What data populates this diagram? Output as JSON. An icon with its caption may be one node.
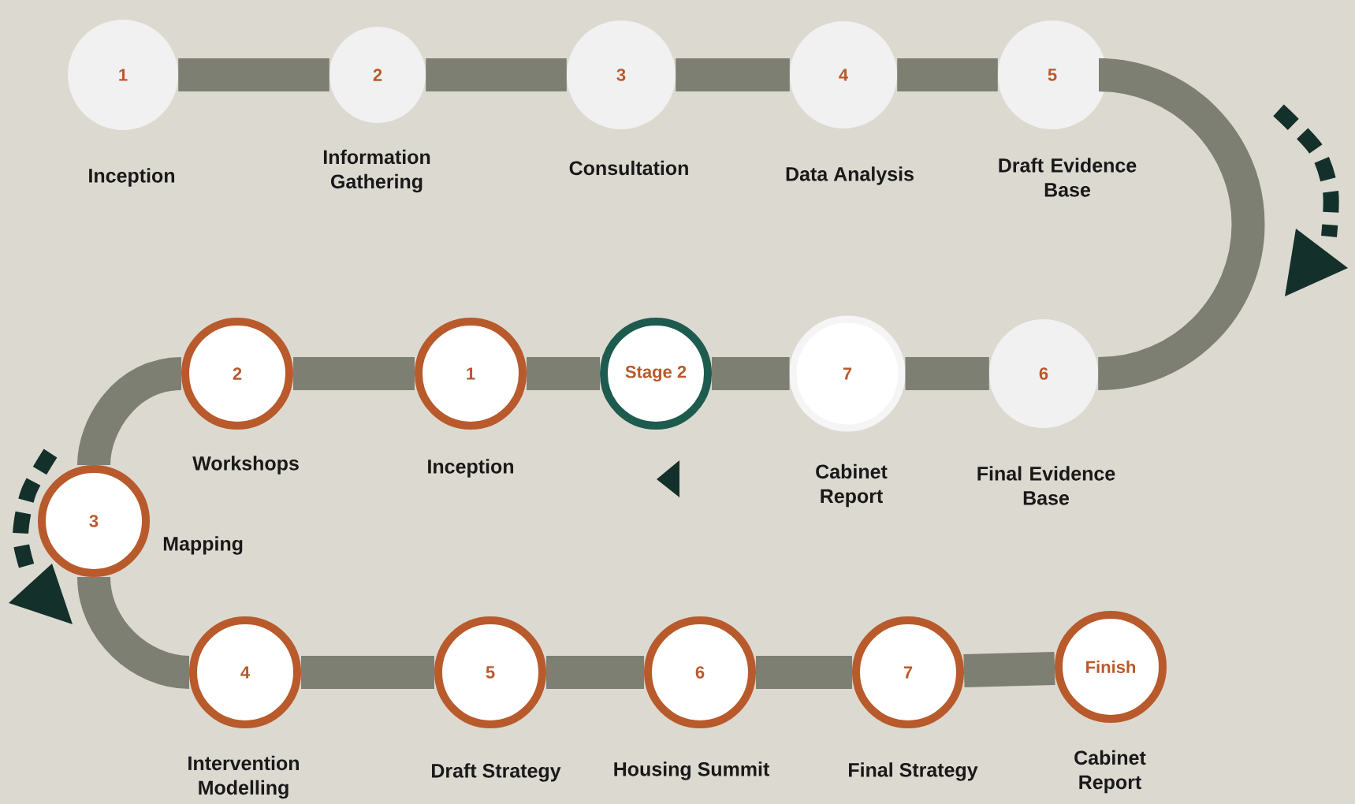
{
  "diagram": {
    "nodes": [
      {
        "text": [
          "1"
        ],
        "beside": [
          "Inception"
        ]
      },
      {
        "text": [
          "2"
        ],
        "beside": [
          "Information Gathering"
        ]
      },
      {
        "text": [
          "3"
        ],
        "beside": [
          "Consultation"
        ]
      },
      {
        "text": [
          "4"
        ],
        "beside": [
          "Data Analysis"
        ]
      },
      {
        "text": [
          "5"
        ],
        "beside": [
          "Draft Evidence Base"
        ]
      },
      {
        "text": [
          "6"
        ],
        "beside": [
          "Final Evidence Base"
        ]
      },
      {
        "text": [
          "7"
        ],
        "beside": [
          "Cabinet Report"
        ]
      },
      {
        "text": [
          "Stage 2"
        ]
      },
      {
        "text": [
          "1"
        ],
        "beside": [
          "Inception"
        ]
      },
      {
        "text": [
          "2"
        ],
        "beside": [
          "Workshops"
        ]
      },
      {
        "text": [
          "3"
        ],
        "beside": [
          "Mapping"
        ]
      },
      {
        "text": [
          "4"
        ],
        "beside": [
          "Intervention Modelling"
        ]
      },
      {
        "text": [
          "5"
        ],
        "beside": [
          "Draft Strategy"
        ]
      },
      {
        "text": [
          "6"
        ],
        "beside": [
          "Housing Summit"
        ]
      },
      {
        "text": [
          "7"
        ],
        "beside": [
          "Final Strategy"
        ]
      },
      {
        "text": [
          "Finish"
        ],
        "beside": [
          "Cabinet Report"
        ]
      }
    ],
    "edges": [
      {
        "from": 0,
        "to": 1,
        "arrow": "none"
      },
      {
        "from": 1,
        "to": 2,
        "arrow": "none"
      },
      {
        "from": 2,
        "to": 3,
        "arrow": "none"
      },
      {
        "from": 3,
        "to": 4,
        "arrow": "none"
      },
      {
        "from": 4,
        "to": 5,
        "arrow": "none"
      },
      {
        "from": 5,
        "to": 6,
        "arrow": "none"
      },
      {
        "from": 6,
        "to": 7,
        "arrow": "none"
      },
      {
        "from": 7,
        "to": 8,
        "arrow": "none"
      },
      {
        "from": 8,
        "to": 9,
        "arrow": "none"
      },
      {
        "from": 9,
        "to": 10,
        "arrow": "none"
      },
      {
        "from": 10,
        "to": 11,
        "arrow": "none"
      },
      {
        "from": 11,
        "to": 12,
        "arrow": "none"
      },
      {
        "from": 12,
        "to": 13,
        "arrow": "none"
      },
      {
        "from": 13,
        "to": 14,
        "arrow": "none"
      },
      {
        "from": 14,
        "to": 15,
        "arrow": "none"
      }
    ]
  }
}
